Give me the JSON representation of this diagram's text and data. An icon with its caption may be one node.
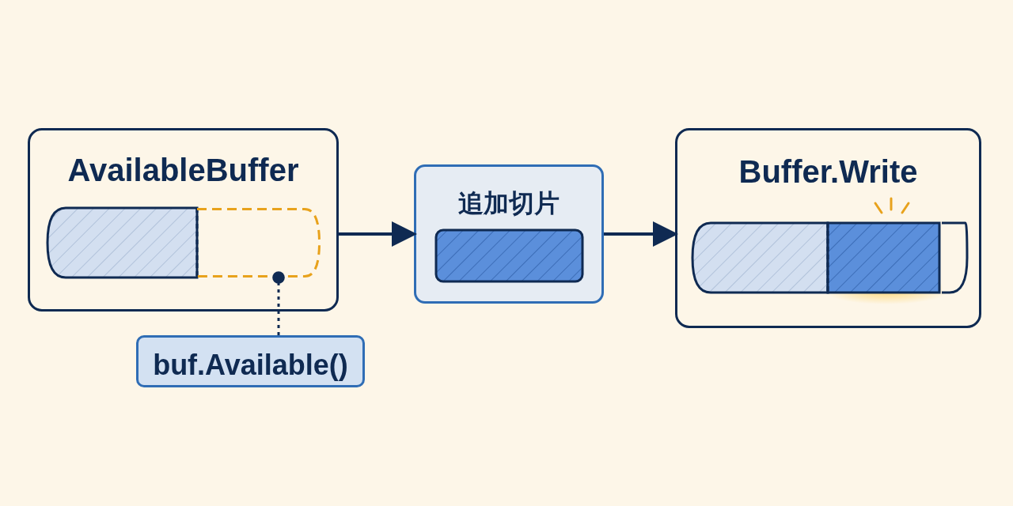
{
  "diagram": {
    "nodes": [
      {
        "text": [
          "AvailableBuffer"
        ]
      },
      {
        "text": [],
        "shape": "bar",
        "in": 0
      },
      {
        "text": [
          "追加切片"
        ]
      },
      {
        "text": [
          "Buffer.Write"
        ]
      },
      {
        "text": [
          "buf.Available()"
        ]
      }
    ],
    "edges": [
      {
        "from": 0,
        "to": 2,
        "arrow": "to"
      },
      {
        "from": 2,
        "to": 3,
        "arrow": "to"
      },
      {
        "from": 4,
        "to": 1,
        "arrow": "other",
        "style": "dashed"
      }
    ]
  }
}
